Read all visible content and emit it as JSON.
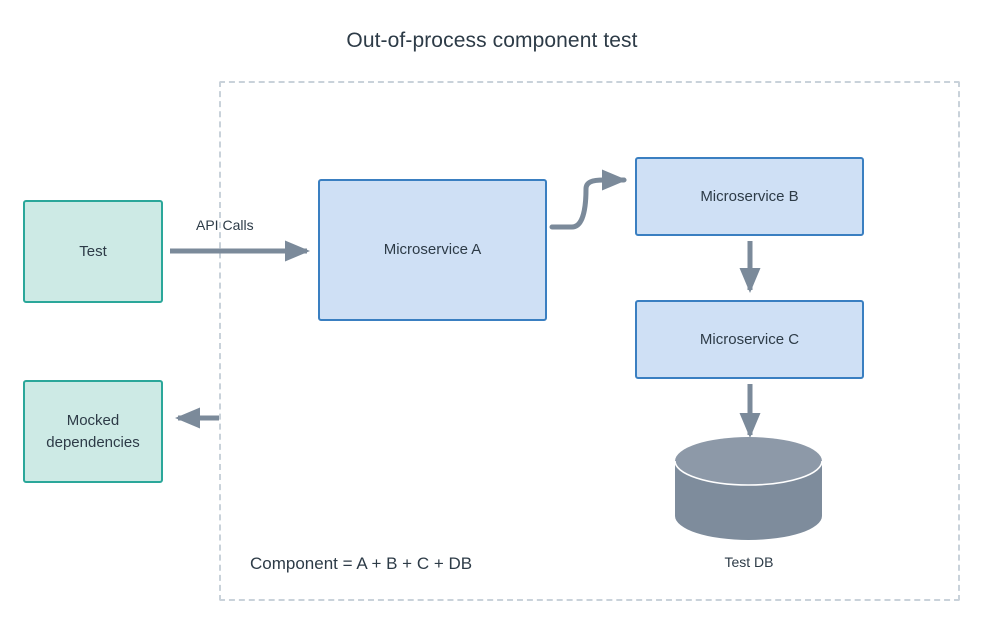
{
  "diagram": {
    "title": "Out-of-process component test",
    "background_color": "#ffffff",
    "text_color": "#2d3b47",
    "arrow_color": "#7b8a9a",
    "boundary": {
      "style": "dashed",
      "color": "#c9d2da",
      "caption": "Component = A + B + C + DB"
    },
    "nodes": [
      {
        "id": "test",
        "label": "Test",
        "shape": "rectangle",
        "fill": "#cdeae5",
        "stroke": "#2ba79a",
        "inside_boundary": false
      },
      {
        "id": "mocked",
        "label": "Mocked\ndependencies",
        "shape": "rectangle",
        "fill": "#cdeae5",
        "stroke": "#2ba79a",
        "inside_boundary": false
      },
      {
        "id": "ms-a",
        "label": "Microservice A",
        "shape": "rectangle",
        "fill": "#cfe0f5",
        "stroke": "#3a7fc1",
        "inside_boundary": true
      },
      {
        "id": "ms-b",
        "label": "Microservice B",
        "shape": "rectangle",
        "fill": "#cfe0f5",
        "stroke": "#3a7fc1",
        "inside_boundary": true
      },
      {
        "id": "ms-c",
        "label": "Microservice C",
        "shape": "rectangle",
        "fill": "#cfe0f5",
        "stroke": "#3a7fc1",
        "inside_boundary": true
      },
      {
        "id": "test-db",
        "label": "Test DB",
        "shape": "cylinder",
        "fill": "#7e8c9c",
        "stroke": "#7e8c9c",
        "inside_boundary": true
      }
    ],
    "node_labels": {
      "test": "Test",
      "mocked_line1": "Mocked",
      "mocked_line2": "dependencies",
      "ms_a": "Microservice A",
      "ms_b": "Microservice B",
      "ms_c": "Microservice C",
      "test_db": "Test DB"
    },
    "edges": [
      {
        "from": "test",
        "to": "ms-a",
        "label": "API Calls",
        "style": "straight",
        "direction": "right"
      },
      {
        "from": "ms-a",
        "to": "ms-b",
        "label": "",
        "style": "s-curve",
        "direction": "right"
      },
      {
        "from": "ms-b",
        "to": "ms-c",
        "label": "",
        "style": "straight",
        "direction": "down"
      },
      {
        "from": "ms-c",
        "to": "test-db",
        "label": "",
        "style": "straight",
        "direction": "down"
      },
      {
        "from": "ms-a",
        "to": "mocked",
        "label": "",
        "style": "straight",
        "direction": "left"
      }
    ],
    "edge_labels": {
      "api_calls": "API Calls"
    }
  }
}
